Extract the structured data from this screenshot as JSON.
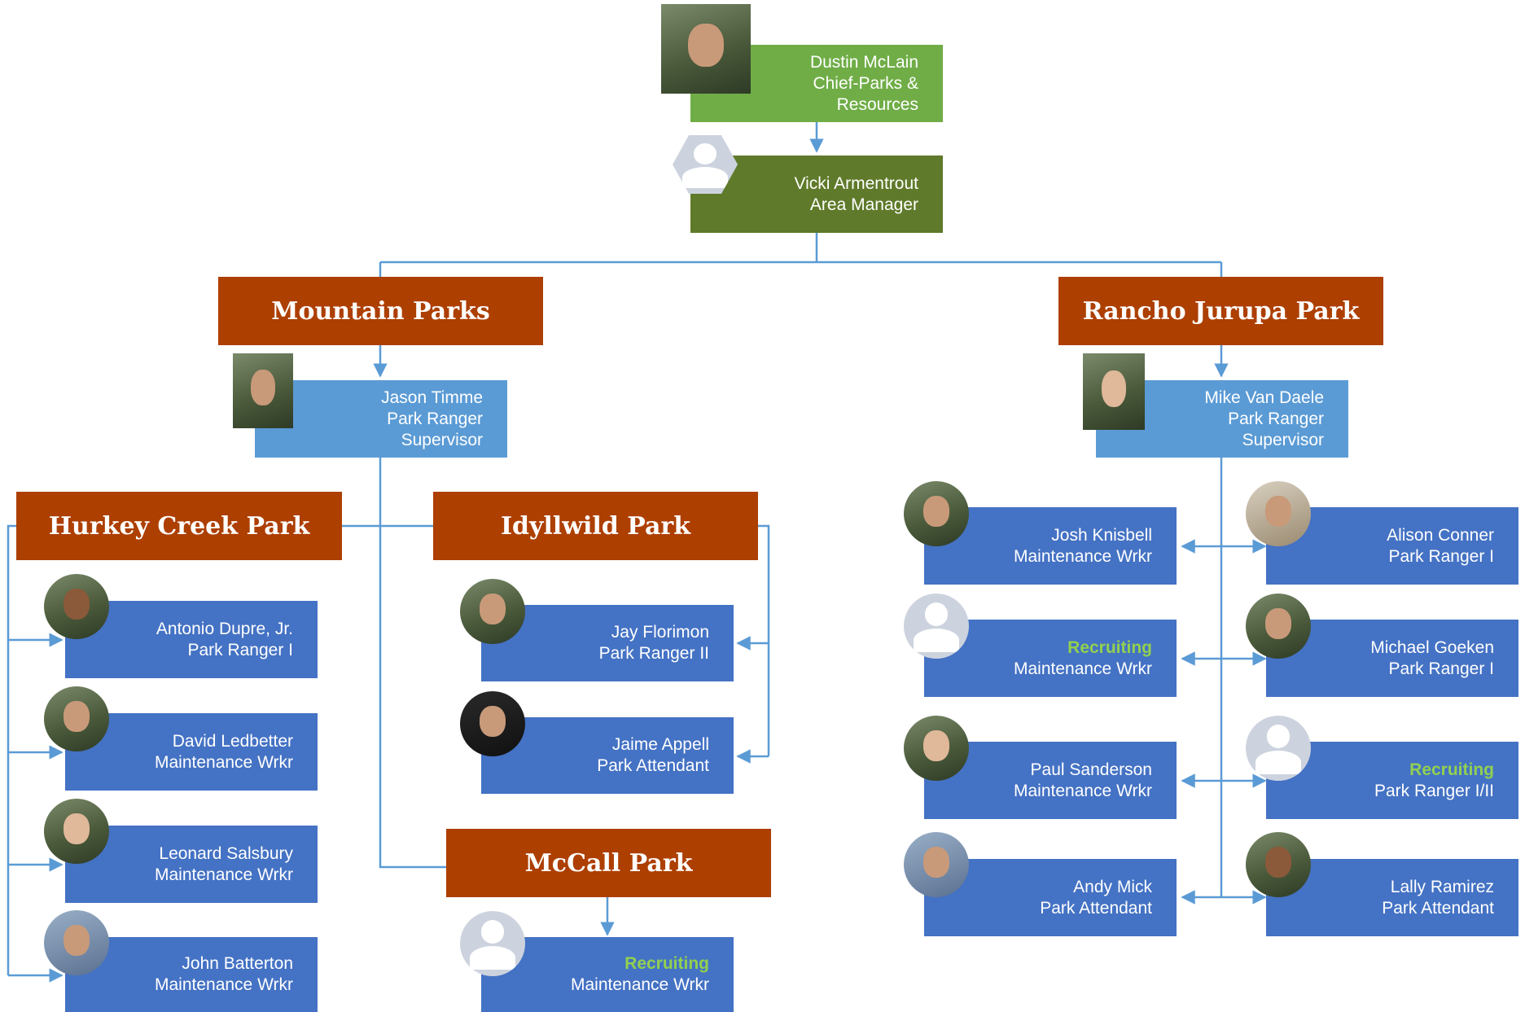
{
  "top": [
    {
      "name": "Dustin McLain",
      "title": "Chief-Parks & Resources"
    },
    {
      "name": "Vicki Armentrout",
      "title": "Area Manager",
      "photo": "no-photo"
    }
  ],
  "sections": [
    {
      "heading": "Mountain Parks",
      "supervisor": {
        "name": "Jason Timme",
        "title1": "Park Ranger",
        "title2": "Supervisor"
      },
      "parks": [
        {
          "heading": "Hurkey Creek Park",
          "staff": [
            {
              "name": "Antonio Dupre, Jr.",
              "title": "Park Ranger I"
            },
            {
              "name": "David Ledbetter",
              "title": "Maintenance Wrkr"
            },
            {
              "name": "Leonard Salsbury",
              "title": "Maintenance Wrkr"
            },
            {
              "name": "John Batterton",
              "title": "Maintenance Wrkr"
            }
          ]
        },
        {
          "heading": "Idyllwild Park",
          "staff": [
            {
              "name": "Jay Florimon",
              "title": "Park Ranger II"
            },
            {
              "name": "Jaime Appell",
              "title": "Park Attendant"
            }
          ]
        },
        {
          "heading": "McCall Park",
          "staff": [
            {
              "name": "Recruiting",
              "title": "Maintenance Wrkr",
              "photo": "no-photo"
            }
          ]
        }
      ]
    },
    {
      "heading": "Rancho Jurupa Park",
      "supervisor": {
        "name": "Mike Van Daele",
        "title1": "Park Ranger",
        "title2": "Supervisor"
      },
      "left": [
        {
          "name": "Josh Knisbell",
          "title": "Maintenance Wrkr"
        },
        {
          "name": "Recruiting",
          "title": "Maintenance Wrkr",
          "photo": "no-photo"
        },
        {
          "name": "Paul Sanderson",
          "title": "Maintenance Wrkr"
        },
        {
          "name": "Andy Mick",
          "title": "Park Attendant"
        }
      ],
      "right": [
        {
          "name": "Alison Conner",
          "title": "Park Ranger I"
        },
        {
          "name": "Michael Goeken",
          "title": "Park Ranger I"
        },
        {
          "name": "Recruiting",
          "title": "Park Ranger I/II",
          "photo": "no-photo"
        },
        {
          "name": "Lally Ramirez",
          "title": "Park Attendant"
        }
      ]
    }
  ],
  "no_photo_label": "No Photo",
  "colors": {
    "chief": "#70ad47",
    "manager": "#5f7a2a",
    "section_header": "#ad3f00",
    "supervisor": "#5b9bd5",
    "staff": "#4472c4",
    "recruiting_text": "#92d050",
    "connector": "#5b9bd5"
  }
}
